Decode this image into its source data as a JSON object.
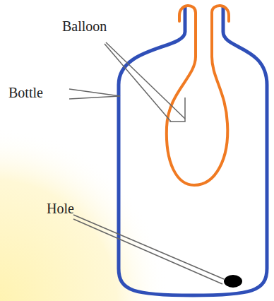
{
  "diagram": {
    "labels": [
      "Balloon",
      "Bottle",
      "Hole"
    ]
  }
}
